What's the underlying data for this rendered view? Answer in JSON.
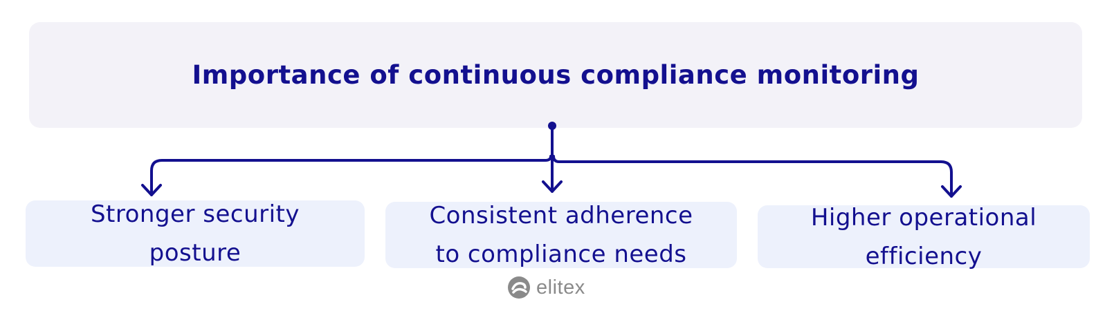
{
  "title": "Importance of continuous compliance monitoring",
  "items": [
    {
      "line1": "Stronger security",
      "line2": "posture"
    },
    {
      "line1": "Consistent adherence",
      "line2": "to compliance needs"
    },
    {
      "line1": "Higher operational",
      "line2": "efficiency"
    }
  ],
  "logo": {
    "name": "elitex",
    "icon": "elitex-logo-icon"
  },
  "colors": {
    "primary": "#13108f",
    "title_box": "#f3f2f8",
    "child_box": "#edf1fc",
    "logo": "#8a8a8a"
  }
}
